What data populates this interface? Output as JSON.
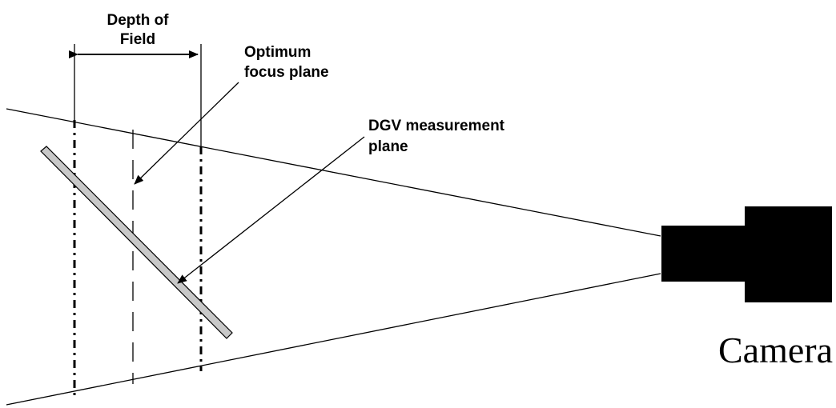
{
  "labels": {
    "depth_of_field_line1": "Depth of",
    "depth_of_field_line2": "Field",
    "optimum_focus_line1": "Optimum",
    "optimum_focus_line2": "focus plane",
    "dgv_line1": "DGV measurement",
    "dgv_line2": "plane",
    "camera": "Camera"
  },
  "colors": {
    "ink": "#000000",
    "plane_fill": "#c8c8c8",
    "background": "#ffffff"
  },
  "icons": {
    "camera": "camera-icon"
  }
}
